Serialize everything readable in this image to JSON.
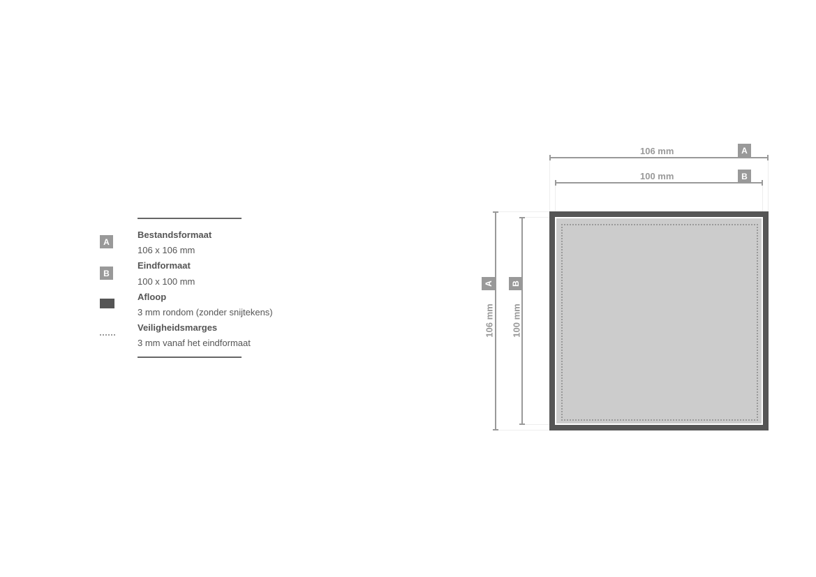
{
  "legend": {
    "items": [
      {
        "marker": "A",
        "title": "Bestandsformaat",
        "desc": "106 x 106 mm"
      },
      {
        "marker": "B",
        "title": "Eindformaat",
        "desc": "100 x 100 mm"
      },
      {
        "marker": "dark-square",
        "title": "Afloop",
        "desc": "3 mm rondom (zonder snijtekens)"
      },
      {
        "marker": "dotted-line",
        "title": "Veiligheidsmarges",
        "desc": "3 mm vanaf het eindformaat"
      }
    ]
  },
  "diagram": {
    "width_a": "106 mm",
    "width_b": "100 mm",
    "height_a": "106 mm",
    "height_b": "100 mm",
    "badge_a": "A",
    "badge_b": "B",
    "colors": {
      "bleed": "#555555",
      "trim": "#cccccc",
      "dim": "#999999"
    }
  }
}
